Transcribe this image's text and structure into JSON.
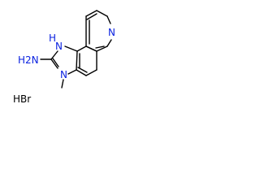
{
  "molecule": {
    "atoms": {
      "ring_n": "N",
      "nh_n": "N",
      "nh_h": "H",
      "amine": "H2N",
      "me_n": "N",
      "hbr": "HBr"
    }
  },
  "colors": {
    "bond": "#000000",
    "nitrogen": "#0b22e0",
    "text": "#000000"
  }
}
